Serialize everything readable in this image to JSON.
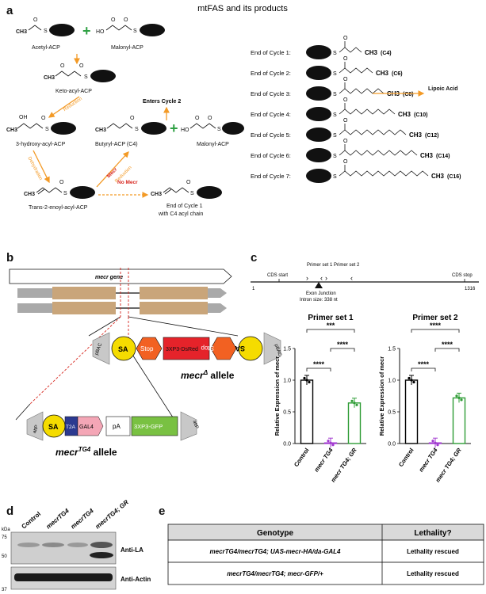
{
  "panel_a": {
    "label": "a",
    "title": "mtFAS and its products",
    "acetyl_acp": "Acetyl-ACP",
    "malonyl_acp": "Malonyl-ACP",
    "keto_acyl_acp": "Keto-acyl-ACP",
    "reduction": "Reduction",
    "hydroxy_acyl_acp": "3-hydroxy-acyl-ACP",
    "dehydration": "Dehydration",
    "trans_enoyl_acp": "Trans-2-enoyl-acyl-ACP",
    "butyryl_acp": "Butyryl-ACP (C4)",
    "enters_cycle_2": "Enters Cycle 2",
    "malonyl_acp_2": "Malonyl-ACP",
    "mecr": "Mecr",
    "reduction_2": "Reduction",
    "no_mecr": "No Mecr",
    "end_cycle_1": "End of Cycle 1",
    "end_cycle_1_sub": "with C4 acyl chain",
    "ch3": "CH3",
    "ho": "HO",
    "oh": "OH",
    "o": "O",
    "s": "S",
    "lipoic_acid": "Lipoic Acid",
    "cycles": [
      {
        "label": "End of Cycle 1:",
        "chain": "(C4)"
      },
      {
        "label": "End of Cycle 2:",
        "chain": "(C6)"
      },
      {
        "label": "End of Cycle 3:",
        "chain": "(C8)"
      },
      {
        "label": "End of Cycle 4:",
        "chain": "(C10)"
      },
      {
        "label": "End of Cycle 5:",
        "chain": "(C12)"
      },
      {
        "label": "End of Cycle 6:",
        "chain": "(C14)"
      },
      {
        "label": "End of Cycle 7:",
        "chain": "(C16)"
      }
    ]
  },
  "panel_b": {
    "label": "b",
    "gene": "mecr gene",
    "pbac": "pBAC",
    "sa": "SA",
    "stop": "Stop",
    "dsred": "3XP3-DsRed",
    "stop_rev": "Stop",
    "sa_rev": "SA",
    "allele_delta": "mecr",
    "allele_delta_sup": "Δ",
    "allele_delta_suffix": " allele",
    "attp": "attP",
    "t2a": "T2A",
    "gal4": "GAL4",
    "pa": "pA",
    "gfp": "3XP3-GFP",
    "allele_tg4": "mecr",
    "allele_tg4_sup": "TG4",
    "allele_tg4_suffix": " allele"
  },
  "panel_c": {
    "label": "c",
    "cds_start": "CDS start",
    "cds_stop": "CDS stop",
    "primer1": "Primer set 1",
    "primer2": "Primer set 2",
    "exon_junction": "Exon Junction",
    "intron_size": "Intron size: 338 nt",
    "pos_start": "1",
    "pos_end": "1316",
    "sig_1_3": "***",
    "sig_2_3": "****",
    "sig_1_2": "****"
  },
  "chart_data": [
    {
      "type": "bar",
      "title": "Primer set 1",
      "ylabel": "Relative Expression of mecr",
      "categories": [
        "Control",
        "mecr TG4",
        "mecr TG4; GR"
      ],
      "values": [
        1.0,
        0.01,
        0.64
      ],
      "ylim": [
        0,
        1.5
      ],
      "yticks": [
        "0.0",
        "0.5",
        "1.0",
        "1.5"
      ],
      "colors": [
        "#000000",
        "#a23bd0",
        "#2e9c35"
      ]
    },
    {
      "type": "bar",
      "title": "Primer set 2",
      "ylabel": "Relative Expression of mecr",
      "categories": [
        "Control",
        "mecr TG4",
        "mecr TG4; GR"
      ],
      "values": [
        1.0,
        0.01,
        0.72
      ],
      "ylim": [
        0,
        1.5
      ],
      "yticks": [
        "0.0",
        "0.5",
        "1.0",
        "1.5"
      ],
      "colors": [
        "#000000",
        "#a23bd0",
        "#2e9c35"
      ]
    }
  ],
  "panel_d": {
    "label": "d",
    "lanes": [
      "Control",
      "mecrTG4",
      "mecrTG4",
      "mecrTG4; GR"
    ],
    "kda": "kDa",
    "markers": [
      "75",
      "50",
      "37"
    ],
    "anti_la": "Anti-LA",
    "anti_actin": "Anti-Actin"
  },
  "panel_e": {
    "label": "e",
    "header_genotype": "Genotype",
    "header_lethality": "Lethality?",
    "rows": [
      {
        "genotype": "mecrTG4/mecrTG4; UAS-mecr-HA/da-GAL4",
        "lethality": "Lethality rescued"
      },
      {
        "genotype": "mecrTG4/mecrTG4; mecr-GFP/+",
        "lethality": "Lethality rescued"
      }
    ]
  }
}
